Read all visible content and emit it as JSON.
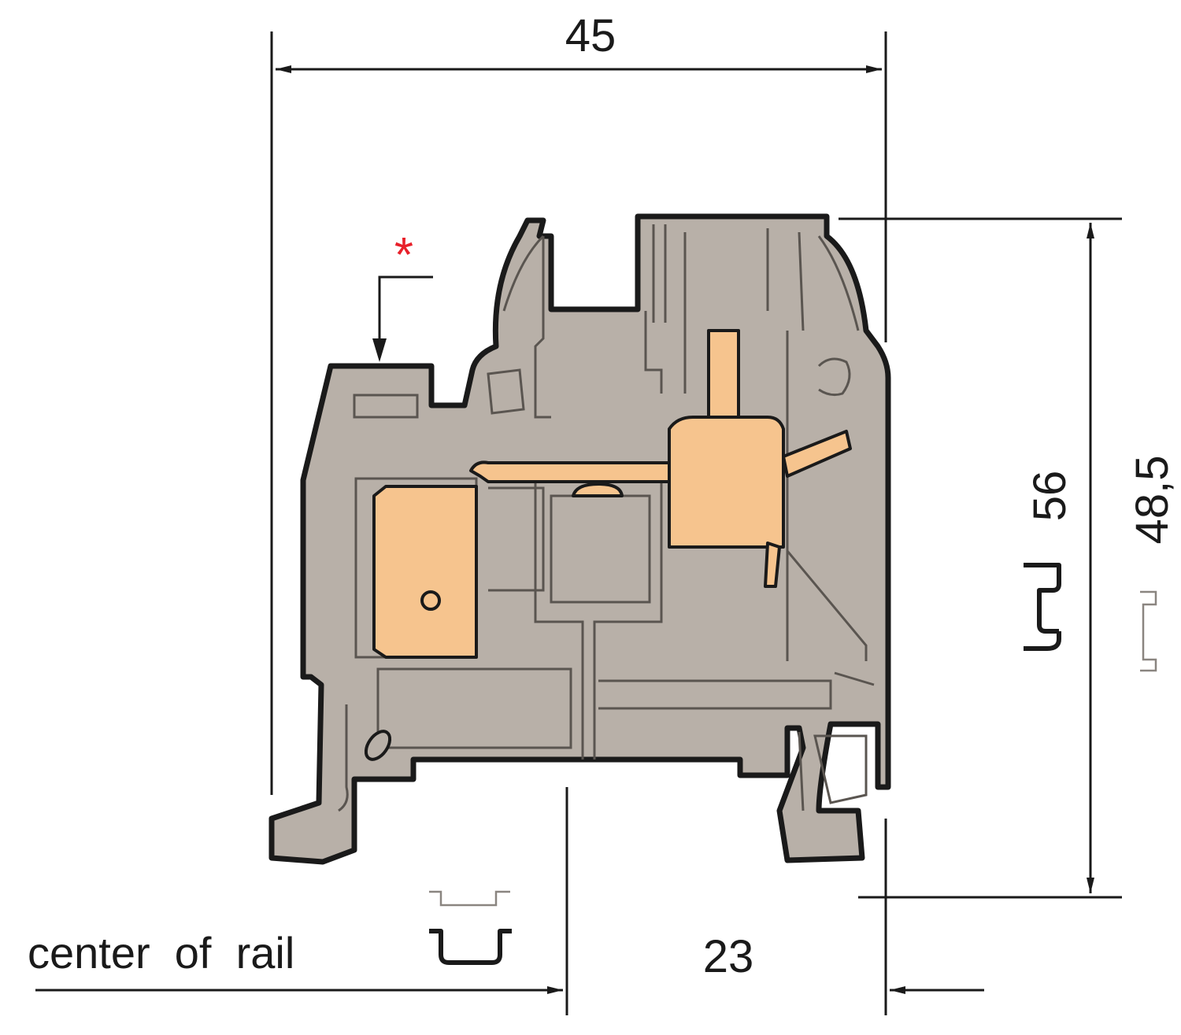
{
  "dimensions": {
    "width_total": "45",
    "height_56": "56",
    "height_48_5": "48,5",
    "offset_23": "23"
  },
  "labels": {
    "center_of_rail": "center  of  rail",
    "asterisk": "*"
  },
  "colors": {
    "housing": "#b8b0a8",
    "metal_parts": "#f6c48e",
    "outline": "#1a1a1a",
    "asterisk": "#e8202a"
  }
}
